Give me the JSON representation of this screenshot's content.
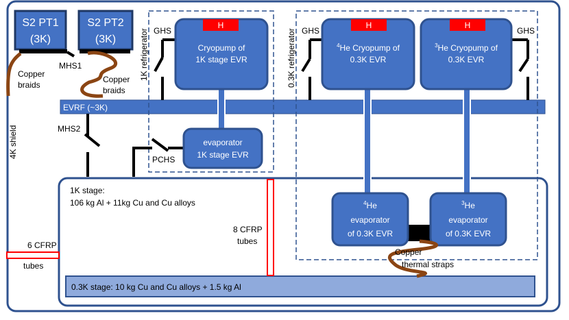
{
  "pulse_tubes": [
    {
      "name": "S2 PT1",
      "temp": "(3K)"
    },
    {
      "name": "S2 PT2",
      "temp": "(3K)"
    }
  ],
  "labels": {
    "copper_braids_1": [
      "Copper",
      "braids"
    ],
    "copper_braids_2": [
      "Copper",
      "braids"
    ],
    "mhs1": "MHS1",
    "mhs2": "MHS2",
    "shield_4k": "4K shield",
    "refrigerator_1k": "1K refrigerator",
    "refrigerator_03k": "0.3K refrigerator",
    "evrf": "EVRF (~3K)",
    "ghs_1k": "GHS",
    "ghs_03k_left": "GHS",
    "ghs_03k_right": "GHS",
    "pchs": "PCHS",
    "heater": "H",
    "cryopump_1k": [
      "Cryopump of",
      "1K stage EVR"
    ],
    "cryopump_4he": {
      "sup": "4",
      "main": "He Cryopump of",
      "line2": "0.3K EVR"
    },
    "cryopump_3he": {
      "sup": "3",
      "main": "He Cryopump of",
      "line2": "0.3K EVR"
    },
    "evaporator_1k": [
      "evaporator",
      "1K stage EVR"
    ],
    "evaporator_4he": {
      "sup": "4",
      "main": "He",
      "line2": "evaporator",
      "line3": "of 0.3K EVR"
    },
    "evaporator_3he": {
      "sup": "3",
      "main": "He",
      "line2": "evaporator",
      "line3": "of 0.3K EVR"
    },
    "stage_1k": [
      "1K stage:",
      "106 kg Al + 11kg Cu and Cu alloys"
    ],
    "cfrp_8": [
      "8 CFRP",
      "tubes"
    ],
    "cfrp_6": [
      "6 CFRP",
      "tubes"
    ],
    "copper_straps": [
      "Copper",
      "thermal straps"
    ],
    "stage_03k": "0.3K stage: 10 kg Cu and Cu alloys + 1.5 kg Al"
  },
  "colors": {
    "box_fill": "#4472c4",
    "box_stroke": "#2f528f",
    "frame_stroke": "#2f528f",
    "heater_red": "#ff0000",
    "copper": "#8b4513",
    "stage_03k_fill": "#8faadc",
    "cfrp_red": "#ff0000"
  }
}
